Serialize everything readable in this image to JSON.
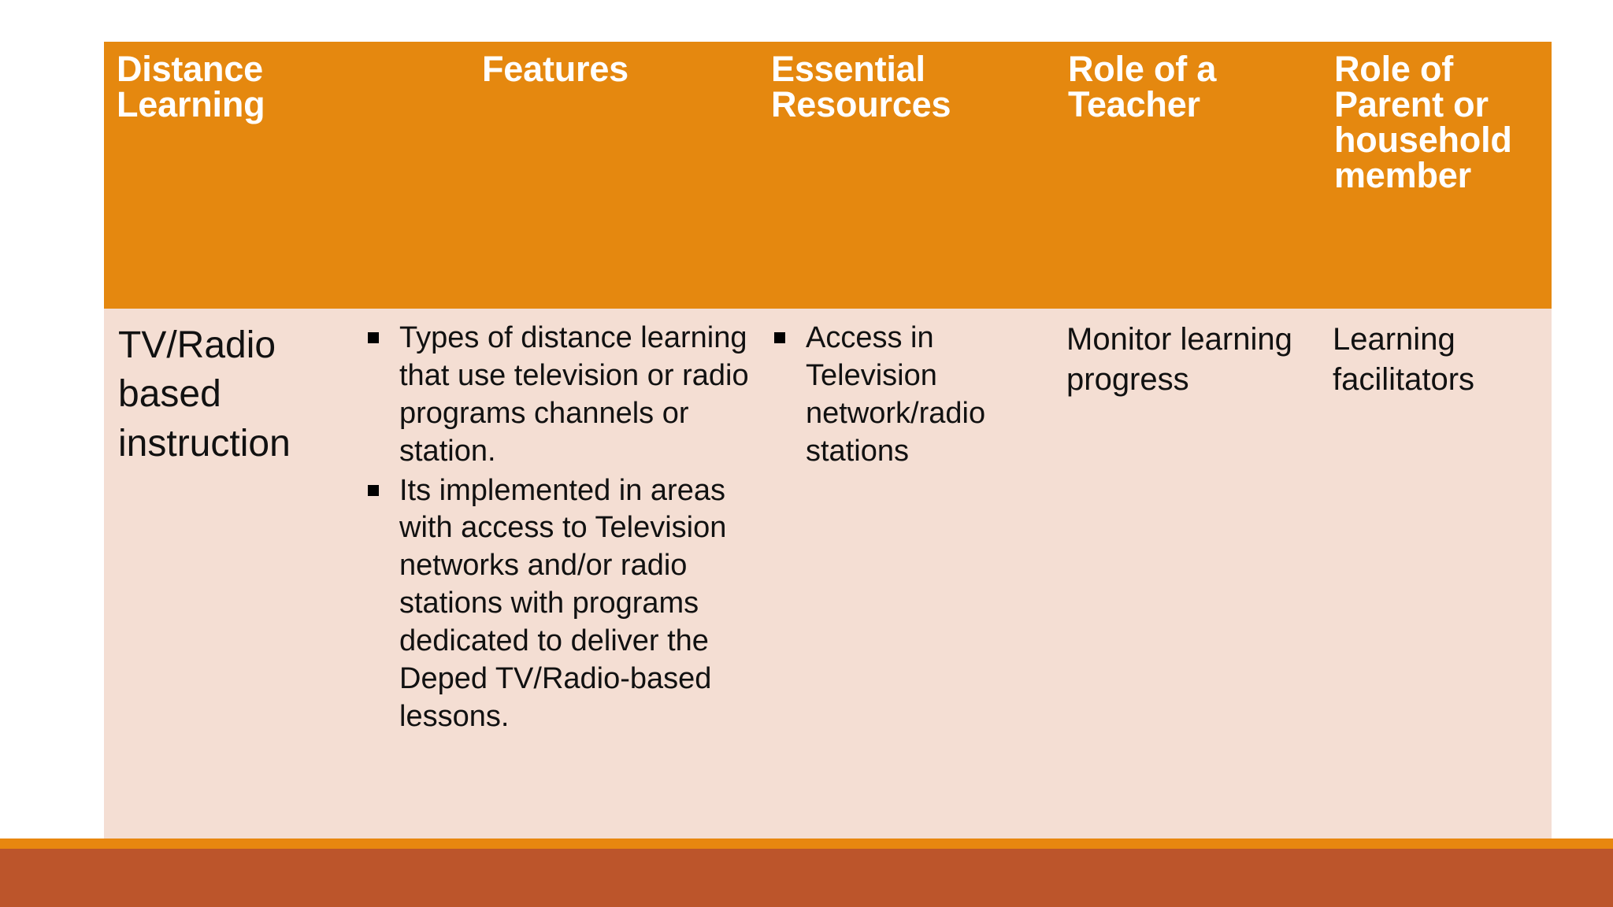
{
  "slide": {
    "background_color": "#FFFFFF",
    "accent_strip_color": "#E8870F",
    "footer_bar_color": "#BC552B",
    "table_header_color": "#E5880F",
    "table_body_color": "#F4DED3",
    "header_text_color": "#FFFFFF",
    "body_text_color": "#111111"
  },
  "table": {
    "columns": [
      {
        "label": "Distance Learning",
        "align": "left"
      },
      {
        "label": "Features",
        "align": "center"
      },
      {
        "label": "Essential Resources",
        "align": "left"
      },
      {
        "label": "Role of a Teacher",
        "align": "left"
      },
      {
        "label": "Role of Parent or household member",
        "align": "left"
      }
    ],
    "rows": [
      {
        "modality": "TV/Radio based instruction",
        "features": [
          "Types of distance learning that use television or radio programs channels or station.",
          "Its implemented in areas with access to Television networks and/or radio stations with programs dedicated to deliver the Deped TV/Radio-based lessons."
        ],
        "essential_resources": [
          "Access in Television network/radio stations"
        ],
        "role_of_teacher": "Monitor learning progress",
        "role_of_parent": "Learning facilitators"
      }
    ]
  }
}
